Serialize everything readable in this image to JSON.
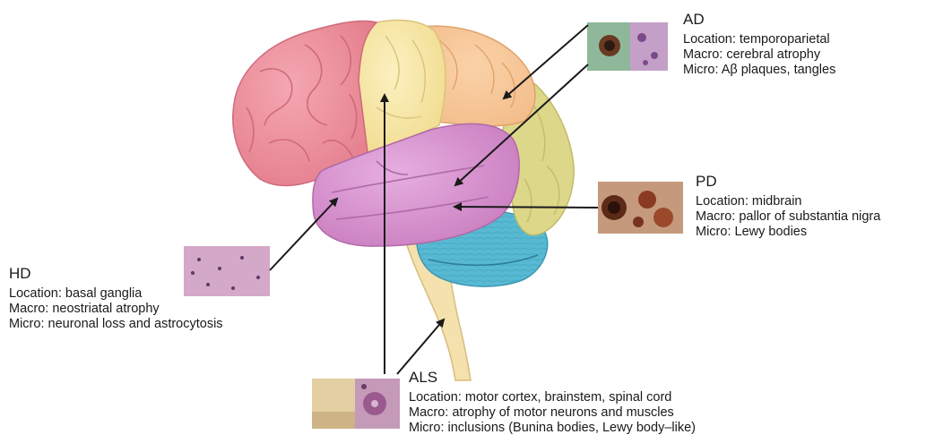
{
  "diseases": {
    "ad": {
      "name": "AD",
      "location": "Location: temporoparietal",
      "macro": "Macro: cerebral atrophy",
      "micro": "Micro: Aβ plaques, tangles"
    },
    "pd": {
      "name": "PD",
      "location": "Location: midbrain",
      "macro": "Macro: pallor of substantia nigra",
      "micro": "Micro: Lewy bodies"
    },
    "hd": {
      "name": "HD",
      "location": "Location: basal ganglia",
      "macro": "Macro: neostriatal atrophy",
      "micro": "Micro: neuronal loss and astrocytosis"
    },
    "als": {
      "name": "ALS",
      "location": "Location: motor cortex, brainstem, spinal cord",
      "macro": "Macro: atrophy of motor neurons and muscles",
      "micro": "Micro: inclusions (Bunina bodies, Lewy body–like)"
    }
  },
  "colors": {
    "frontal_lobe": "#ee8e9a",
    "parietal_lobe": "#f6e6a0",
    "occipital_lobe": "#ddd78a",
    "temporal_lobe": "#d690cc",
    "cerebellum": "#58b9d2",
    "brainstem": "#f4e1ad",
    "arrow": "#1a1a1a"
  }
}
